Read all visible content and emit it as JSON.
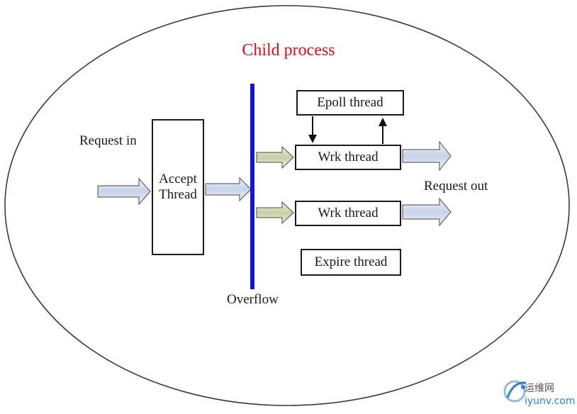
{
  "title": "Child process",
  "labels": {
    "request_in": "Request in",
    "request_out": "Request out",
    "overflow": "Overflow"
  },
  "boxes": {
    "accept_line1": "Accept",
    "accept_line2": "Thread",
    "epoll": "Epoll thread",
    "wrk1": "Wrk thread",
    "wrk2": "Wrk thread",
    "expire": "Expire thread"
  },
  "watermark": {
    "chinese": "运维网",
    "domain": "iyunv.com"
  },
  "colors": {
    "title": "#d0121b",
    "overflow_bar": "#1414d6",
    "arrow_fill": "#d7dff0",
    "arrow_green_tint": "#cfd8b8",
    "watermark": "#2f7fc8"
  }
}
